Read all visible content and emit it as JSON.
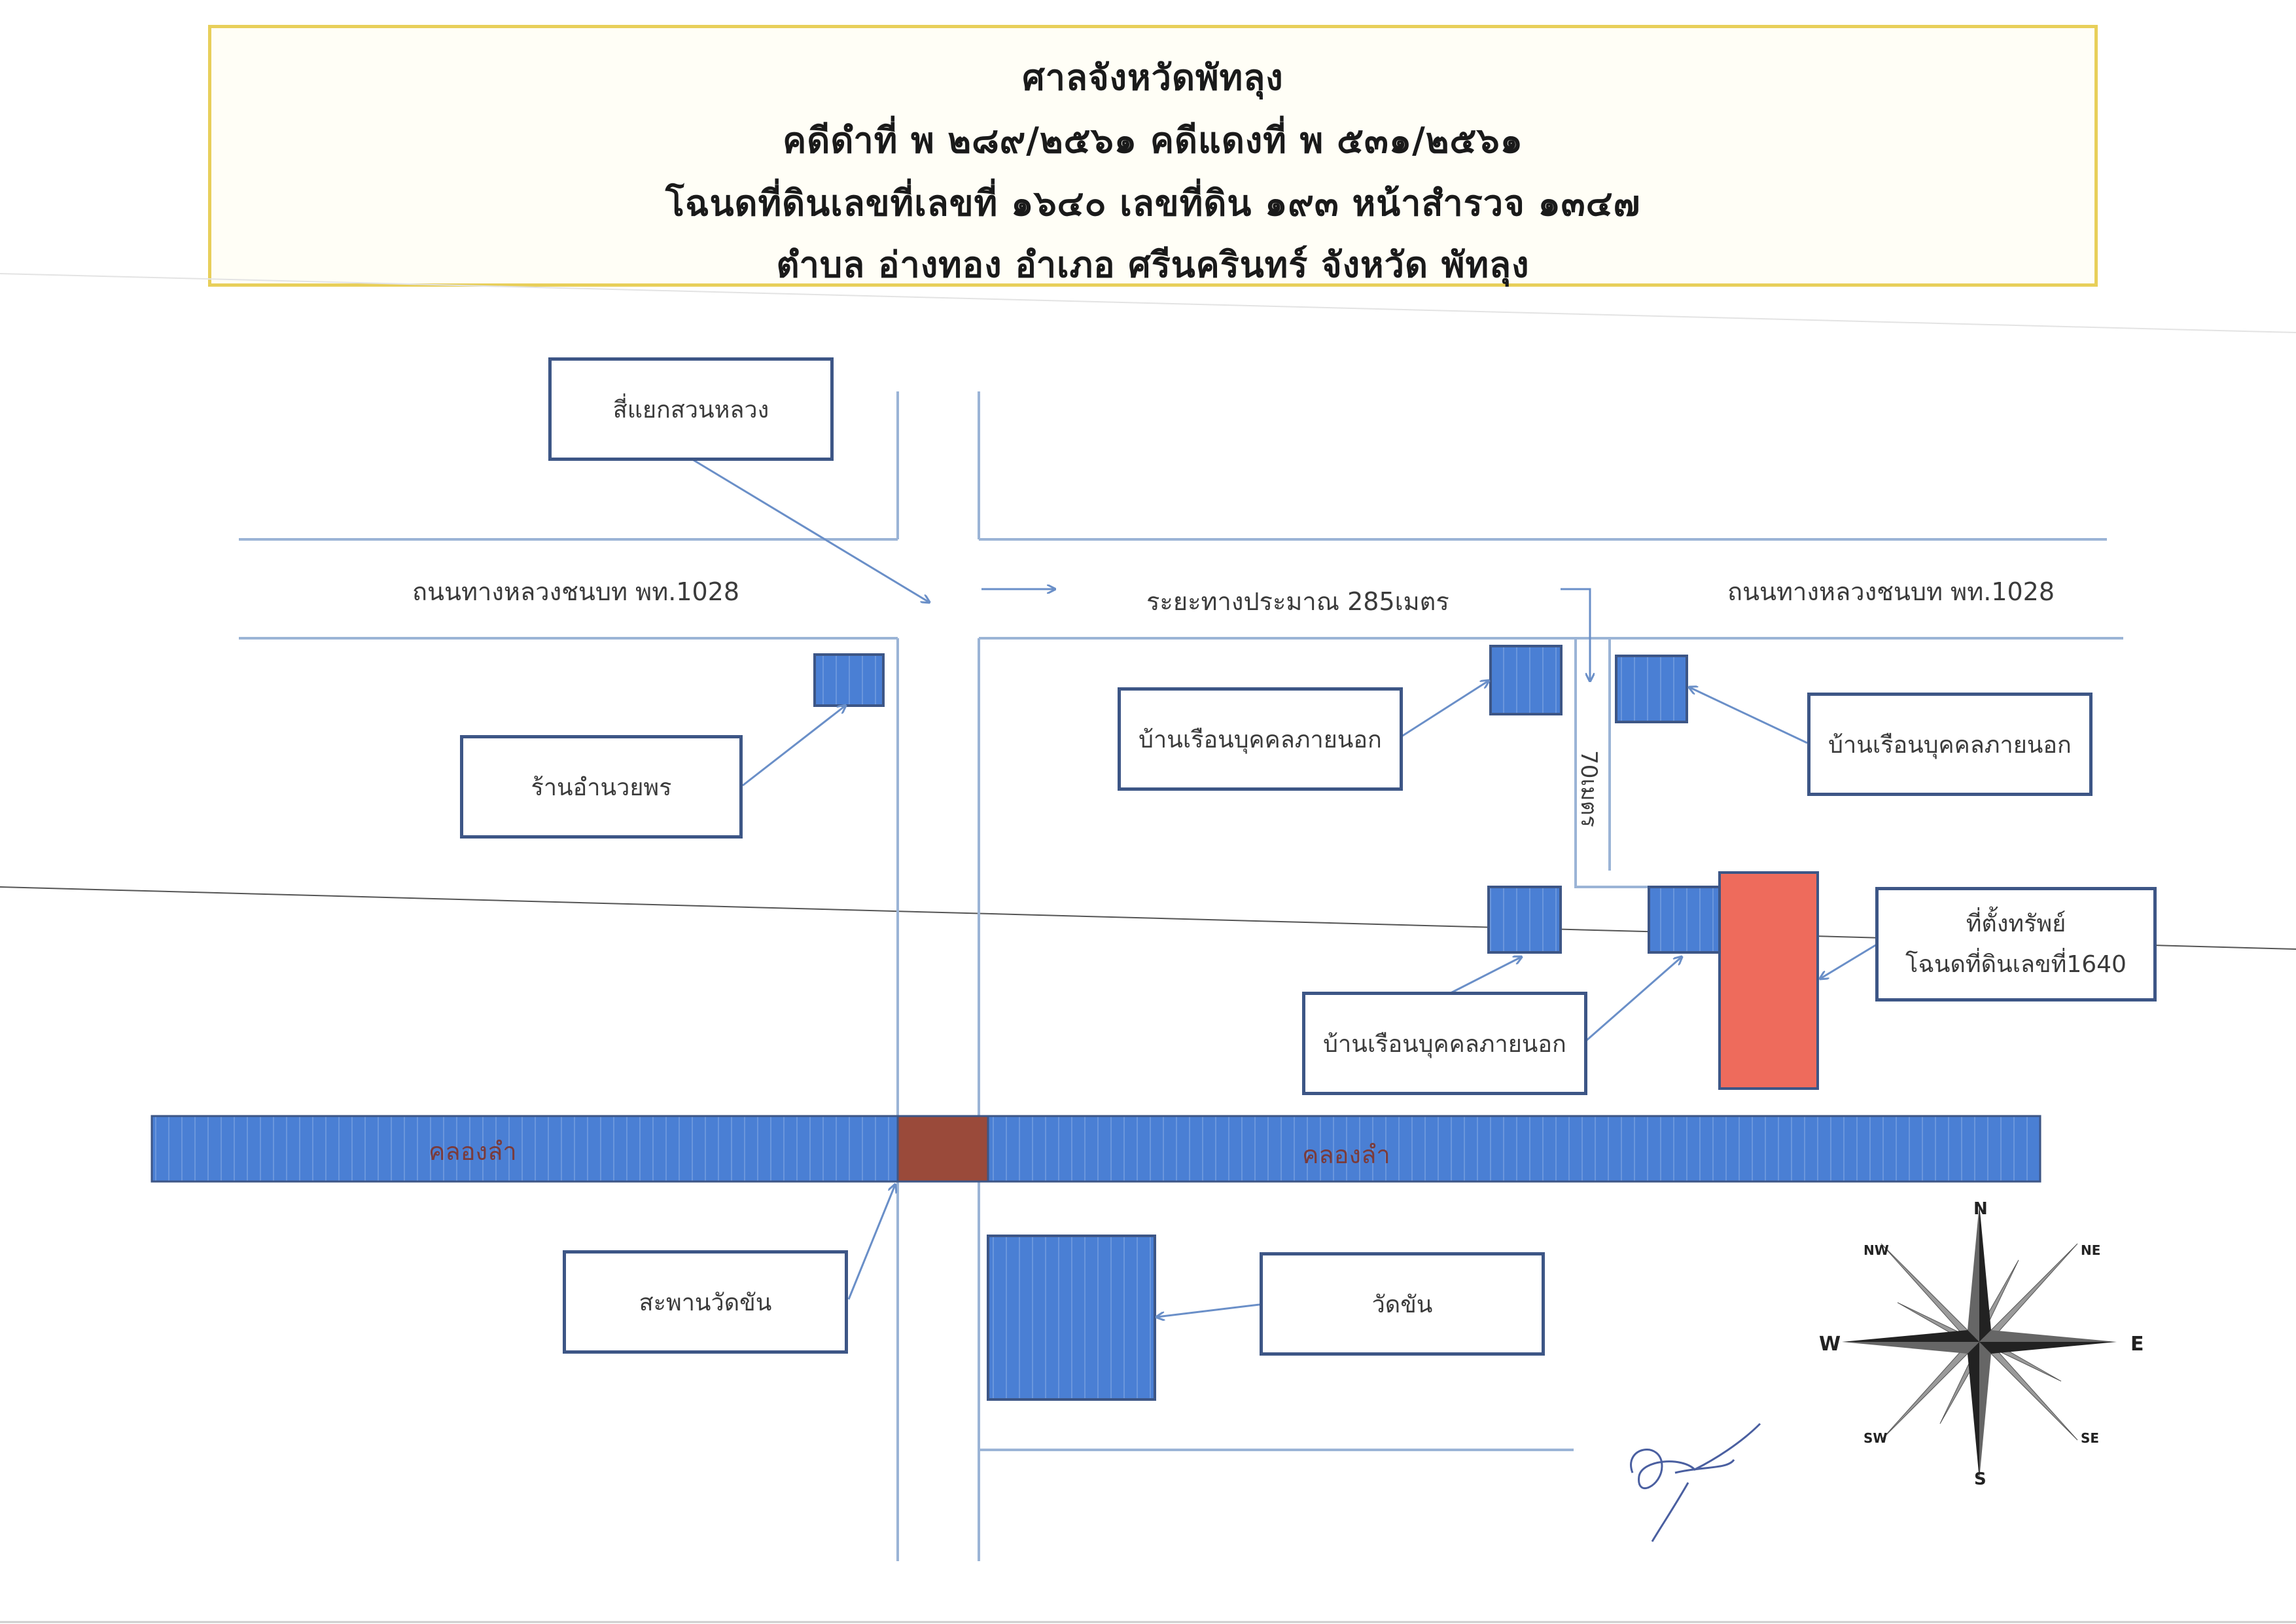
{
  "header": {
    "line1": "ศาลจังหวัดพัทลุง",
    "line2": "คดีดำที่ พ ๒๘๙/๒๕๖๑  คดีแดงที่ พ ๕๓๑/๒๕๖๑",
    "line3": "โฉนดที่ดินเลขที่เลขที่  ๑๖๔๐  เลขที่ดิน  ๑๙๓ หน้าสำรวจ ๑๓๔๗",
    "line4": "ตำบล อ่างทอง  อำเภอ  ศรีนครินทร์   จังหวัด  พัทลุง"
  },
  "labels": {
    "intersection": "สี่แยกสวนหลวง",
    "road_left": "ถนนทางหลวงชนบท พท.1028",
    "road_right": "ถนนทางหลวงชนบท พท.1028",
    "distance": "ระยะทางประมาณ 285เมตร",
    "distance_vertical": "70เมตร",
    "shop": "ร้านอำนวยพร",
    "house1": "บ้านเรือนบุคคลภายนอก",
    "house2": "บ้านเรือนบุคคลภายนอก",
    "house3": "บ้านเรือนบุคคลภายนอก",
    "property_line1": "ที่ตั้งทรัพย์",
    "property_line2": "โฉนดที่ดินเลขที่1640",
    "canal_left": "คลองลำ",
    "canal_right": "คลองลำ",
    "bridge": "สะพานวัดขัน",
    "temple": "วัดขัน"
  },
  "compass": {
    "N": "N",
    "S": "S",
    "E": "E",
    "W": "W",
    "NE": "NE",
    "NW": "NW",
    "SE": "SE",
    "SW": "SW"
  },
  "colors": {
    "header_border": "#e8cf5a",
    "road_line": "#9bb4d6",
    "building_blue": "#4a7fd4",
    "canal_blue": "#4a7fd4",
    "property_red": "#ee6b5c",
    "bridge_brown": "#9a4a3a",
    "box_border": "#3d5686",
    "arrow": "#6a8fc8"
  }
}
